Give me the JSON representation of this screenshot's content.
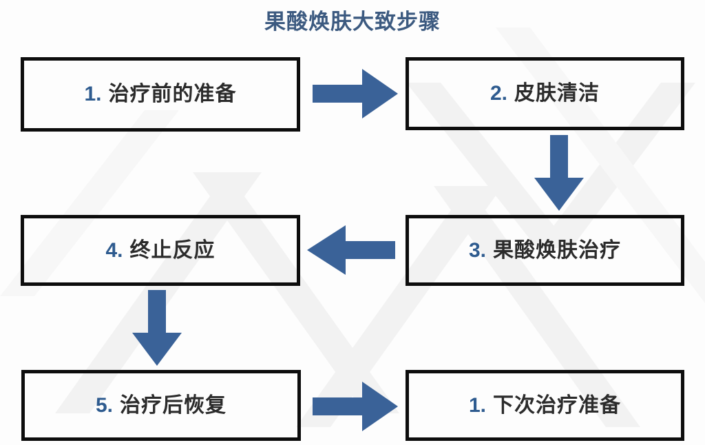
{
  "page": {
    "title": "果酸焕肤大致步骤",
    "title_color": "#3c5a80",
    "background_color": "#fdfdfd",
    "accent_color": "#3a6298",
    "number_color": "#2e5b8f",
    "text_color": "#2b2b2b",
    "border_color": "#0d0d0d"
  },
  "steps": [
    {
      "id": "box-1",
      "number": "1.",
      "text": "治疗前的准备"
    },
    {
      "id": "box-2",
      "number": "2.",
      "text": "皮肤清洁"
    },
    {
      "id": "box-3",
      "number": "3.",
      "text": "果酸焕肤治疗"
    },
    {
      "id": "box-4",
      "number": "4.",
      "text": "终止反应"
    },
    {
      "id": "box-5",
      "number": "5.",
      "text": "治疗后恢复"
    },
    {
      "id": "box-6",
      "number": "1.",
      "text": "下次治疗准备"
    }
  ],
  "connectors": [
    {
      "id": "arrow-1-2",
      "icon": "arrow-right-icon",
      "from": "1. 治疗前的准备",
      "to": "2. 皮肤清洁",
      "direction": "right"
    },
    {
      "id": "arrow-2-3",
      "icon": "arrow-down-icon",
      "from": "2. 皮肤清洁",
      "to": "3. 果酸焕肤治疗",
      "direction": "down"
    },
    {
      "id": "arrow-3-4",
      "icon": "arrow-left-icon",
      "from": "3. 果酸焕肤治疗",
      "to": "4. 终止反应",
      "direction": "left"
    },
    {
      "id": "arrow-4-5",
      "icon": "arrow-down-icon",
      "from": "4. 终止反应",
      "to": "5. 治疗后恢复",
      "direction": "down"
    },
    {
      "id": "arrow-5-6",
      "icon": "arrow-right-icon",
      "from": "5. 治疗后恢复",
      "to": "1. 下次治疗准备",
      "direction": "right"
    }
  ],
  "watermark": {
    "description": "faint light-grey chevron pattern",
    "color": "#f1f1f1"
  }
}
